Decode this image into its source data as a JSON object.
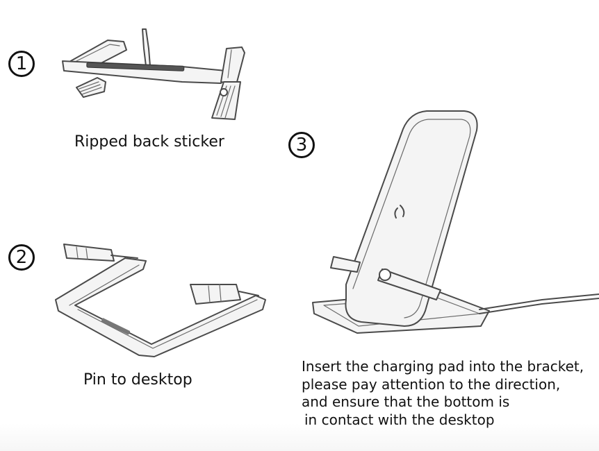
{
  "steps": [
    {
      "number": "1",
      "caption": "Ripped back sticker"
    },
    {
      "number": "2",
      "caption": "Pin to desktop"
    },
    {
      "number": "3",
      "caption_lines": [
        "Insert the charging pad into the bracket,",
        "please pay attention to the direction,",
        "and ensure that the bottom is",
        "in contact with the desktop"
      ]
    }
  ],
  "icons": {
    "step1": "bracket-with-sticker-icon",
    "step2": "bracket-on-desktop-icon",
    "step3": "charging-pad-on-bracket-icon"
  }
}
